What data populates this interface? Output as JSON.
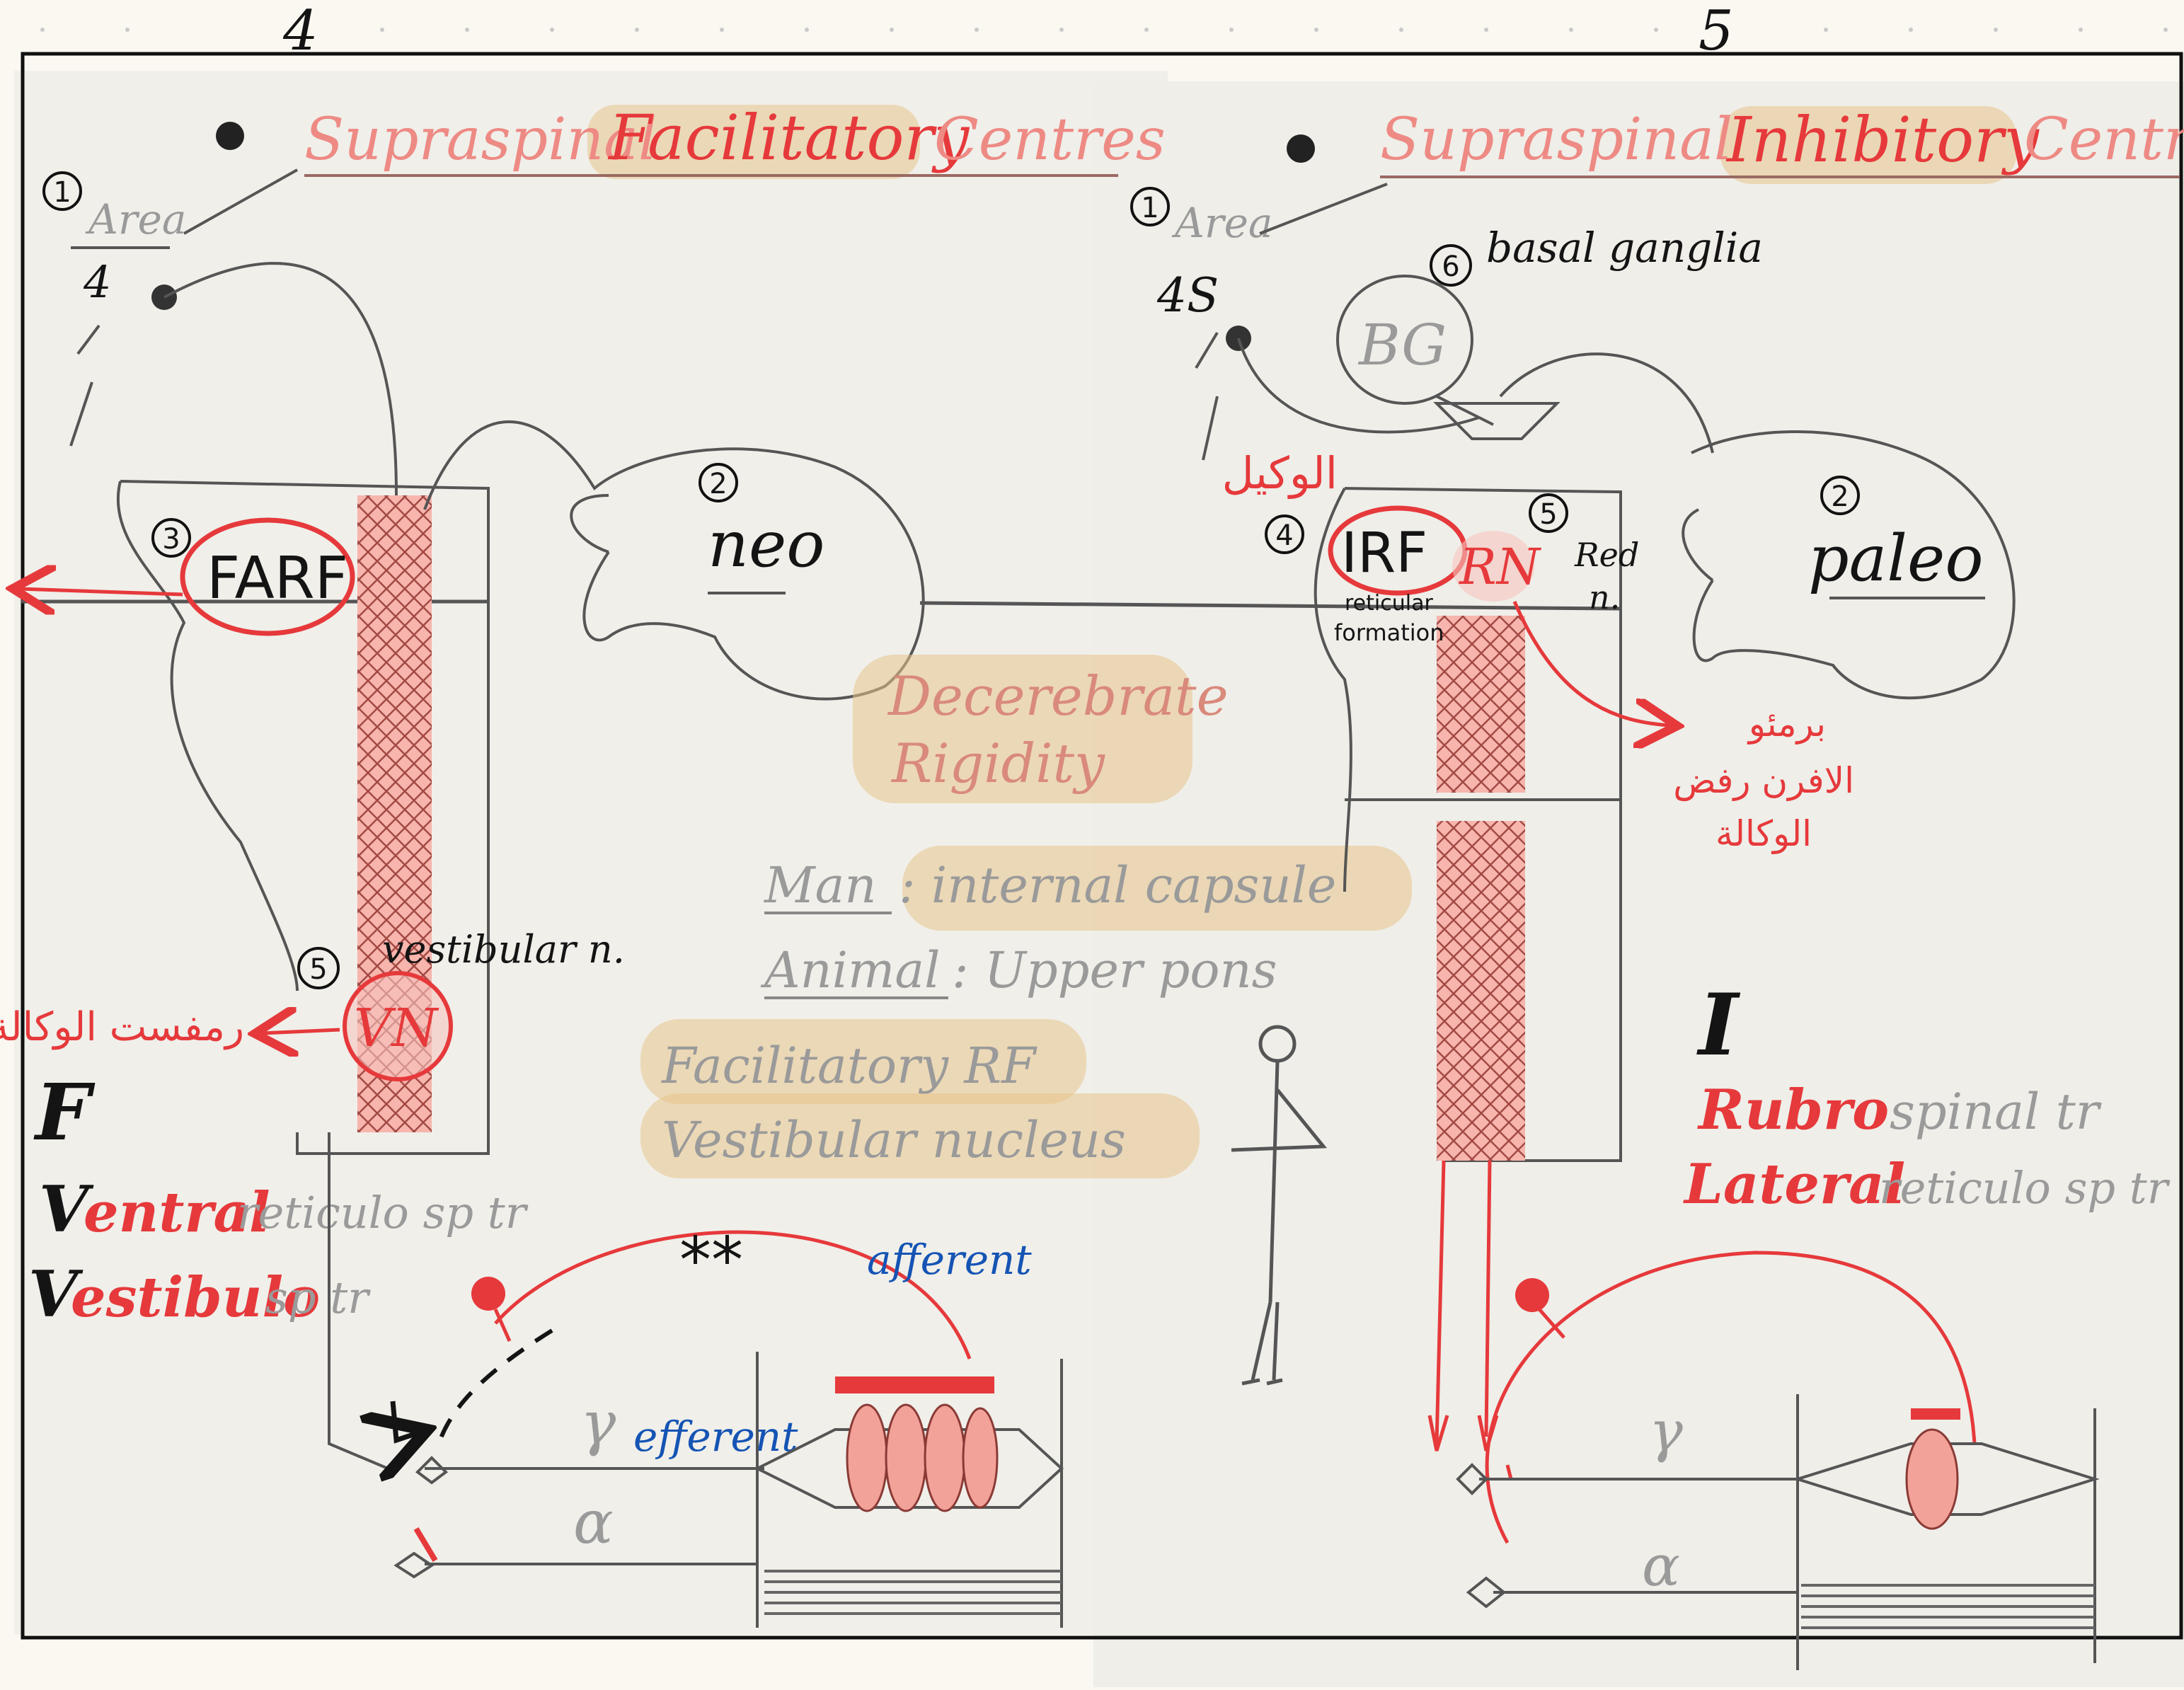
{
  "page_numbers": {
    "left": "4",
    "right": "5"
  },
  "left_panel": {
    "title_prefix": "Supraspinal",
    "title_emphasis": "Facilitatory",
    "title_suffix": "Centres",
    "area_number": "1",
    "area_label": "Area",
    "area_value": "4",
    "cerebellum_number": "2",
    "cerebellum_label": "neo",
    "farf_number": "3",
    "farf_label": "FARF",
    "vn_number": "5",
    "vn_caption": "vestibular n.",
    "vn_label": "VN",
    "vn_arabic": "رمفست الوكالة",
    "letter": "F",
    "tract1_prefix": "V",
    "tract1_emph": "entral",
    "tract1_rest": "reticulo sp tr",
    "tract2_prefix": "V",
    "tract2_emph": "estibulo",
    "tract2_rest": "sp tr",
    "stars": "**",
    "afferent": "afferent",
    "efferent": "efferent",
    "gamma": "γ",
    "alpha": "α"
  },
  "center": {
    "title_line1": "Decerebrate",
    "title_line2": "Rigidity",
    "man_label": "Man",
    "man_value": ": internal capsule",
    "animal_label": "Animal",
    "animal_value": ": Upper pons",
    "fac_line1": "Facilitatory RF",
    "fac_line2": "Vestibular nucleus"
  },
  "right_panel": {
    "title_prefix": "Supraspinal",
    "title_emphasis": "Inhibitory",
    "title_suffix": "Centres",
    "area_number": "1",
    "area_label": "Area",
    "area_value": "4S",
    "bg_number": "6",
    "bg_caption": "basal ganglia",
    "bg_label": "BG",
    "arabic_top": "الوكيل",
    "irf_number": "4",
    "irf_label": "IRF",
    "irf_caption_1": "reticular",
    "irf_caption_2": "formation",
    "rn_number": "5",
    "rn_label": "RN",
    "rn_caption_1": "Red",
    "rn_caption_2": "n.",
    "cerebellum_number": "2",
    "cerebellum_label": "paleo",
    "arabic_right_1": "برمئو",
    "arabic_right_2": "الافرن رفض",
    "arabic_right_3": "الوكالة",
    "letter": "I",
    "tract1_emph": "Rubro",
    "tract1_rest": "spinal tr",
    "tract2_emph": "Lateral",
    "tract2_rest": "reticulo sp tr",
    "gamma": "γ",
    "alpha": "α"
  }
}
